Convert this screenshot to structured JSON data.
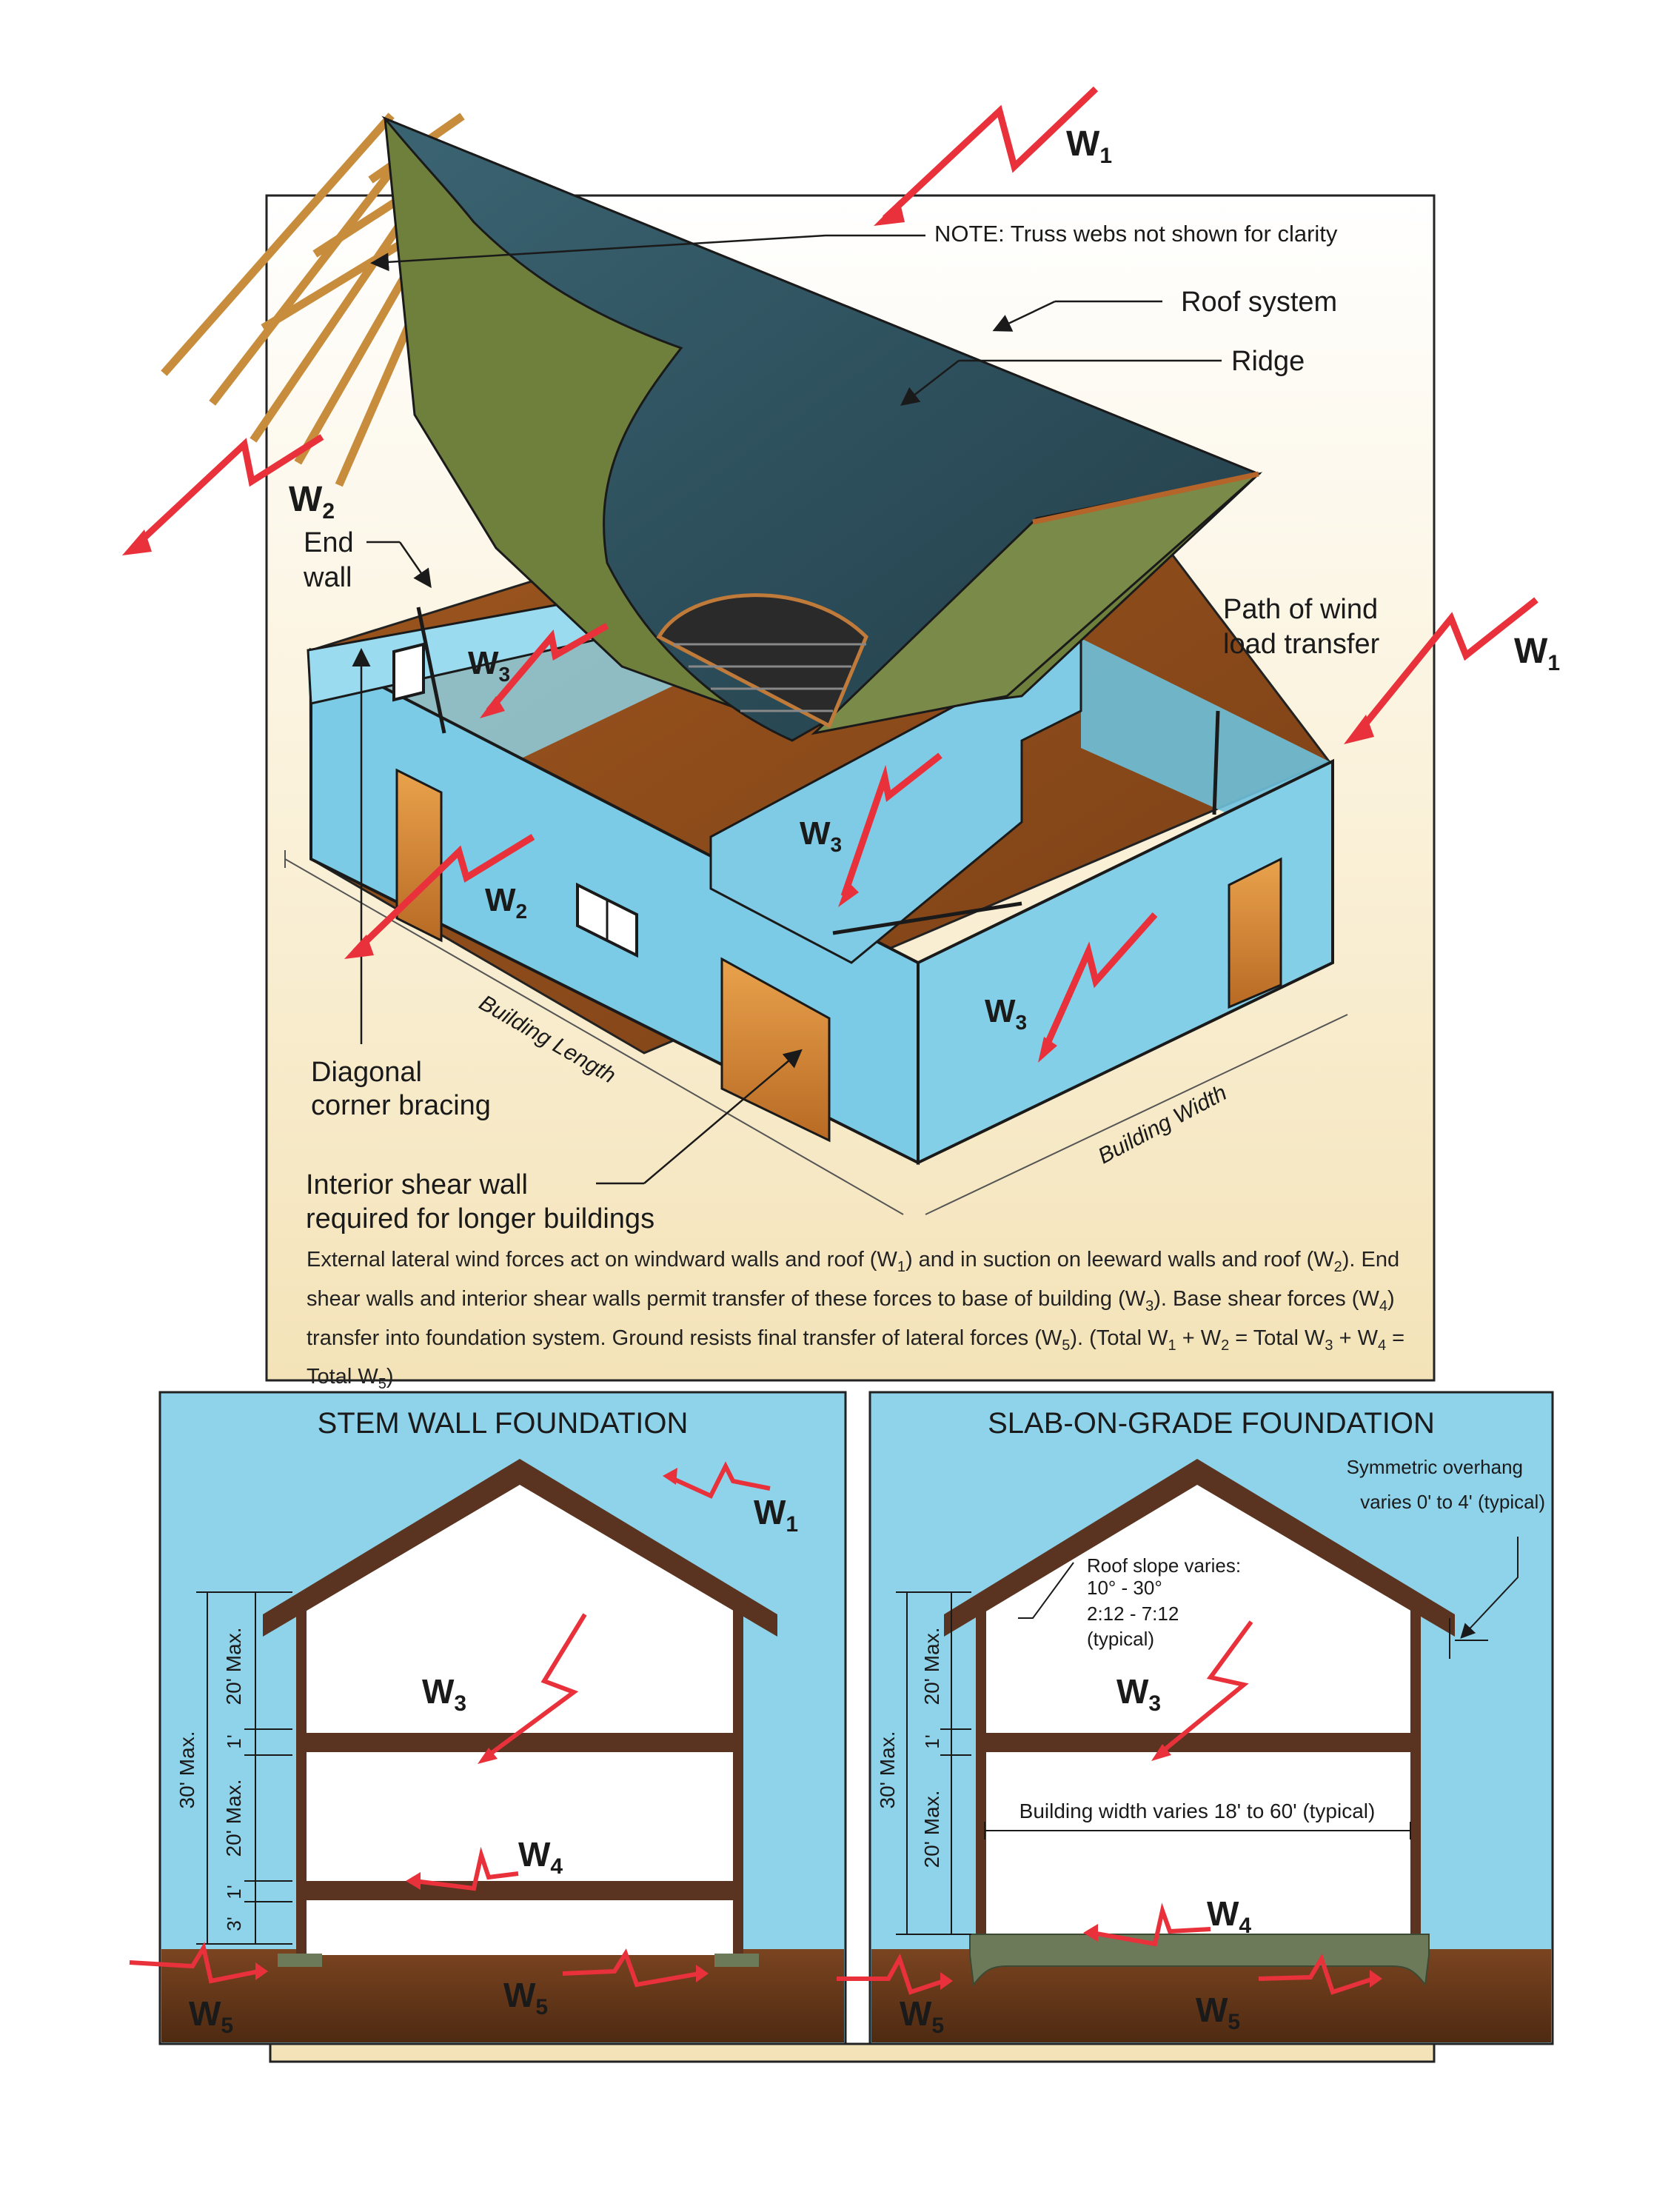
{
  "labels": {
    "note": "NOTE: Truss webs not shown for clarity",
    "roof_system": "Roof system",
    "ridge": "Ridge",
    "end_wall_1": "End",
    "end_wall_2": "wall",
    "path_1": "Path of wind",
    "path_2": "load transfer",
    "diag_1": "Diagonal",
    "diag_2": "corner bracing",
    "interior_1": "Interior shear  wall",
    "interior_2": "required for longer buildings",
    "building_length": "Building Length",
    "building_width": "Building Width"
  },
  "forces": {
    "W1": "W",
    "sub1": "1",
    "W2": "W",
    "sub2": "2",
    "W3": "W",
    "sub3": "3",
    "W4": "W",
    "sub4": "4",
    "W5": "W",
    "sub5": "5"
  },
  "caption": {
    "p1": "External lateral wind forces act on windward walls and roof (W",
    "s1": "1",
    "p2": ") and in suction on leeward walls and roof (W",
    "s2": "2",
    "p3": ").  End shear walls and interior shear walls permit transfer of these forces to base of building (W",
    "s3": "3",
    "p4": ").  Base shear forces (W",
    "s4": "4",
    "p5": ") transfer into foundation system.  Ground resists final transfer of lateral forces (W",
    "s5": "5",
    "p6": ").  (Total W",
    "s6": "1",
    "p7": " + W",
    "s7": "2",
    "p8": " = Total W",
    "s8": "3",
    "p9": " + W",
    "s9": "4",
    "p10": " = Total W",
    "s10": "5",
    "p11": ")"
  },
  "stem_panel": {
    "title": "STEM WALL FOUNDATION",
    "dim_20_top": "20' Max.",
    "dim_1_top": "1'",
    "dim_30": "30' Max.",
    "dim_20_bot": "20' Max.",
    "dim_1_bot": "1'",
    "dim_3": "3'"
  },
  "slab_panel": {
    "title": "SLAB-ON-GRADE FOUNDATION",
    "overhang_1": "Symmetric overhang",
    "overhang_2": "varies 0' to 4' (typical)",
    "slope_1": "Roof slope varies:",
    "slope_2": "10° - 30°",
    "slope_3": "2:12 - 7:12",
    "slope_4": "(typical)",
    "dim_20_top": "20' Max.",
    "dim_1": "1'",
    "dim_30": "30' Max.",
    "dim_20_bot": "20' Max.",
    "width": "Building width varies 18' to 60' (typical)"
  },
  "colors": {
    "sky": "#8fd3ea",
    "wall": "#7ccbe6",
    "roof": "#2f4f5c",
    "sheathing": "#6f7f3c",
    "frame": "#5a3420",
    "ground": "#6b3a1a",
    "force": "#e8313a",
    "cream": "#f6e9c6"
  }
}
